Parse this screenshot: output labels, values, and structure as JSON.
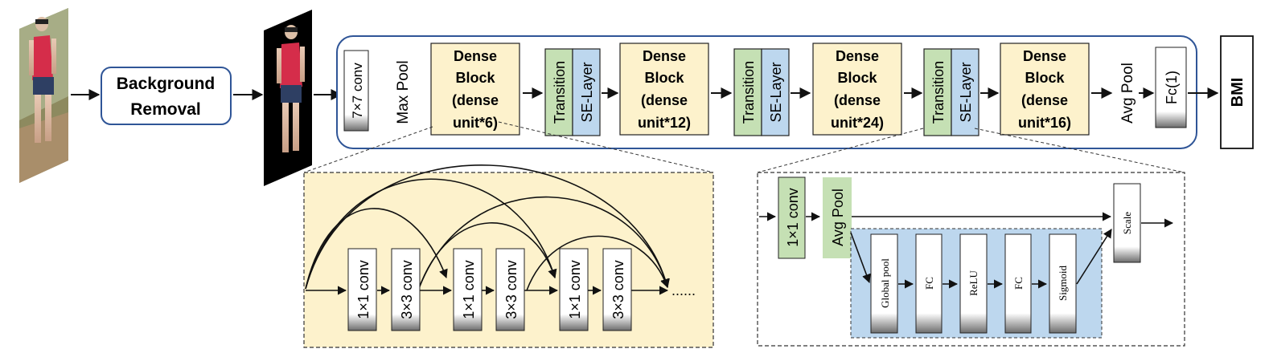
{
  "pipeline": {
    "background_removal": [
      "Background",
      "Removal"
    ],
    "conv7": "7×7 conv",
    "maxpool": "Max Pool",
    "avgpool": "Avg Pool",
    "fc": "Fc(1)",
    "output": "BMI",
    "transition": "Transition",
    "se_layer": "SE-Layer",
    "dense_blocks": [
      [
        "Dense",
        "Block",
        "(dense",
        "unit*6)"
      ],
      [
        "Dense",
        "Block",
        "(dense",
        "unit*12)"
      ],
      [
        "Dense",
        "Block",
        "(dense",
        "unit*24)"
      ],
      [
        "Dense",
        "Block",
        "(dense",
        "unit*16)"
      ]
    ]
  },
  "dense_detail": {
    "conv1": "1×1 conv",
    "conv3": "3×3 conv",
    "ellipsis": "......"
  },
  "se_detail": {
    "conv1": "1×1 conv",
    "avgpool": "Avg Pool",
    "scale": "Scale",
    "steps": [
      "Global pool",
      "FC",
      "ReLU",
      "FC",
      "Sigmoid"
    ]
  },
  "colors": {
    "dense_fill": "#fdf2cc",
    "transition_fill": "#c5e0b4",
    "se_fill": "#bdd7ee",
    "frame_stroke": "#2f5597"
  }
}
